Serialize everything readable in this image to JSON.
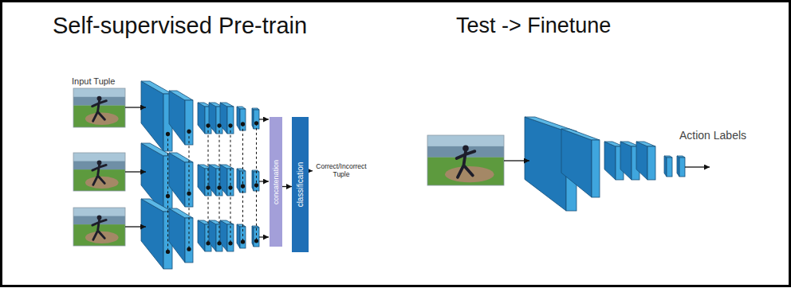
{
  "diagram": {
    "nodes": [
      {
        "text": [
          "concatenation"
        ]
      },
      {
        "text": [
          "classification"
        ]
      }
    ],
    "edges": [
      {
        "from": 0,
        "to": 1,
        "arrow": "to"
      }
    ],
    "labels": [
      "Self-supervised Pre-train",
      "Input Tuple",
      "Correct/Incorrect Tuple",
      "Test -> Finetune",
      "Action Labels"
    ]
  }
}
